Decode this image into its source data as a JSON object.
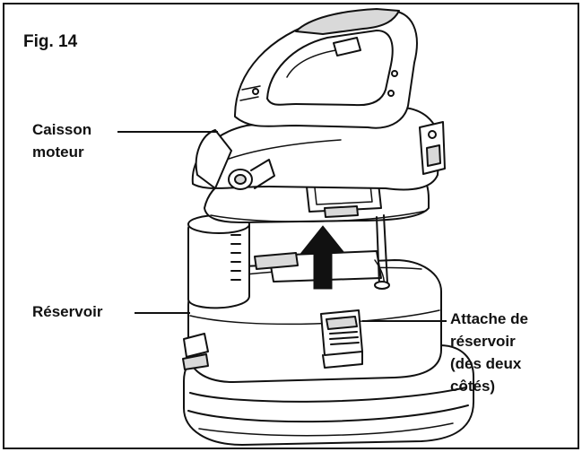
{
  "figure": {
    "title": "Fig. 14"
  },
  "labels": {
    "motor_housing": [
      "Caisson",
      "moteur"
    ],
    "tank": "Réservoir",
    "tank_latch": [
      "Attache de",
      "réservoir",
      "(des deux",
      "côtés)"
    ]
  },
  "colors": {
    "ink": "#111111",
    "paper": "#ffffff",
    "shade": "#d9d9d9"
  },
  "icons": {
    "direction": "arrow-up-icon"
  }
}
